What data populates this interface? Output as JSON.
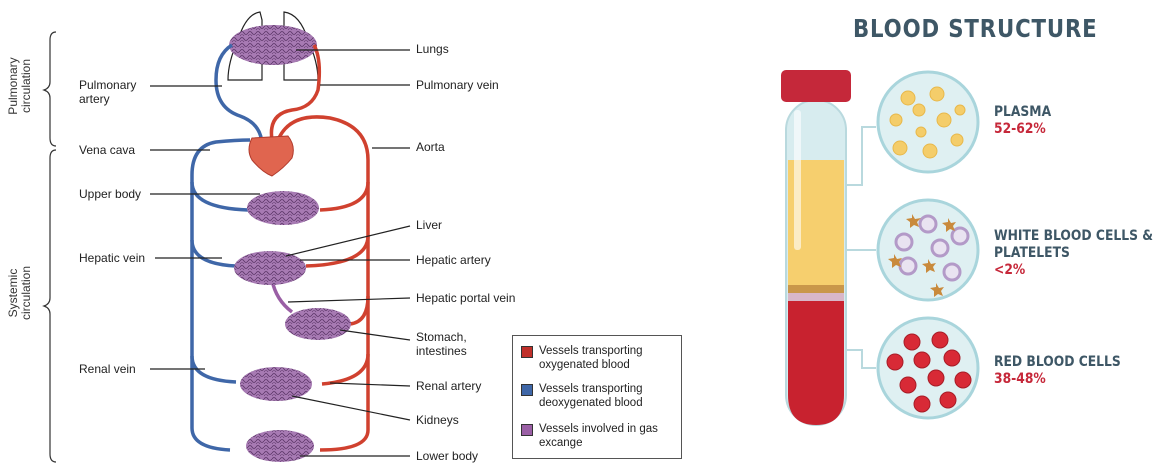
{
  "circulation": {
    "side_labels": {
      "pulmonary": "Pulmonary circulation",
      "systemic": "Systemic circulation"
    },
    "left_labels": {
      "pulmonary_artery": "Pulmonary artery",
      "vena_cava": "Vena cava",
      "upper_body": "Upper body",
      "hepatic_vein": "Hepatic vein",
      "renal_vein": "Renal vein"
    },
    "right_labels": {
      "lungs": "Lungs",
      "pulmonary_vein": "Pulmonary vein",
      "aorta": "Aorta",
      "liver": "Liver",
      "hepatic_artery": "Hepatic artery",
      "hepatic_portal_vein": "Hepatic portal vein",
      "stomach_intestines": "Stomach, intestines",
      "renal_artery": "Renal artery",
      "kidneys": "Kidneys",
      "lower_body": "Lower body"
    },
    "legend": [
      {
        "label": "Vessels transporting oxygenated blood",
        "color": "#c0302a"
      },
      {
        "label": "Vessels transporting deoxygenated blood",
        "color": "#3f67a8"
      },
      {
        "label": "Vessels involved in gas excange",
        "color": "#9a5fa5"
      }
    ],
    "colors": {
      "oxygenated": "#d0412f",
      "deoxygenated": "#3f67a8",
      "exchange": "#9a6aa8"
    }
  },
  "blood_structure": {
    "title": "BLOOD STRUCTURE",
    "components": [
      {
        "name": "PLASMA",
        "percent": "52-62%"
      },
      {
        "name": "WHITE BLOOD CELLS & PLATELETS",
        "percent": "<2%"
      },
      {
        "name": "RED BLOOD CELLS",
        "percent": "38-48%"
      }
    ],
    "colors": {
      "title": "#3e5766",
      "percent": "#c6283a",
      "plasma": "#f6cf6e",
      "red_cells": "#c8222f",
      "tube_glass": "#cfe6ea"
    }
  }
}
